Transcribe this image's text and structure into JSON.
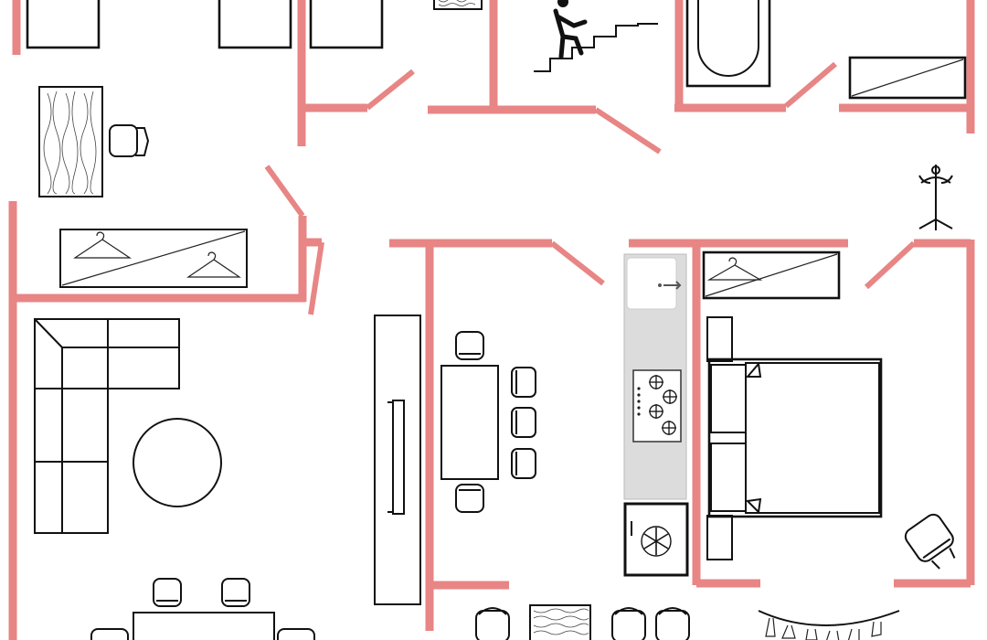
{
  "diagram": {
    "type": "floor-plan",
    "colors": {
      "wall": "#e88585",
      "furniture_line": "#111111",
      "counter": "#dcdcdc",
      "background": "#ffffff"
    },
    "rooms": [
      "living-room",
      "office",
      "stairwell",
      "bathroom",
      "dining-room",
      "kitchen",
      "bedroom",
      "hall"
    ],
    "furniture": [
      "wardrobe",
      "desk",
      "desk-chair",
      "stairs",
      "bathtub",
      "sectional-sofa",
      "round-coffee-table",
      "tv-console",
      "dining-table",
      "dining-chair",
      "sink",
      "gas-cooktop",
      "washing-machine",
      "double-bed",
      "nightstand",
      "armchair",
      "coat-rack",
      "clothes-line",
      "bar-stool"
    ],
    "icons": [
      "hanger-icon",
      "stairs-person-icon",
      "snowflake-icon",
      "wood-grain-texture"
    ]
  }
}
